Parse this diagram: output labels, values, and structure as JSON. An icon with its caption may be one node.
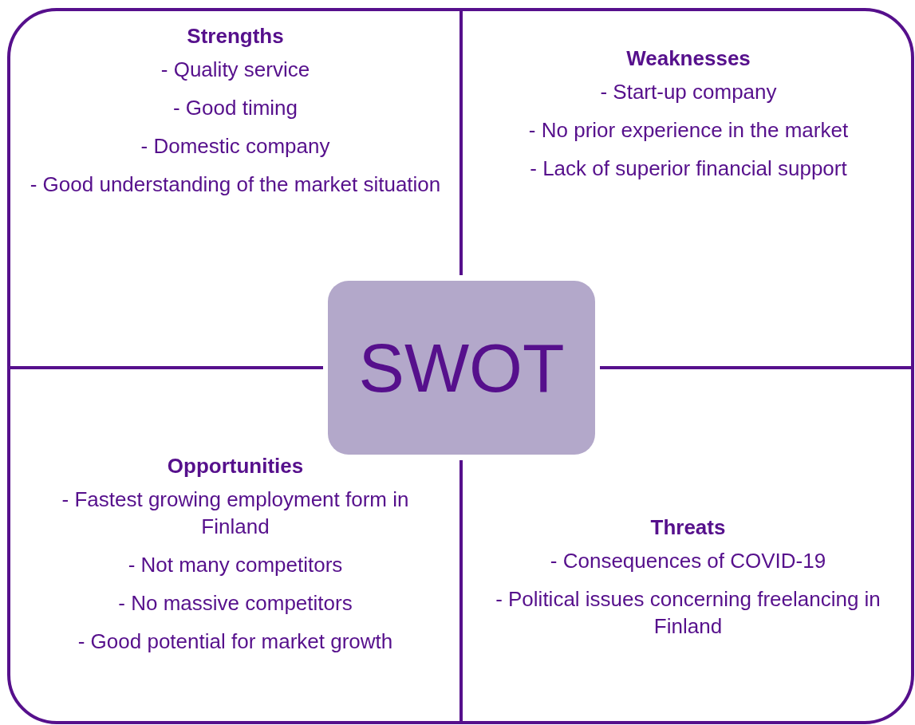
{
  "diagram": {
    "nodes": [
      {
        "text": [
          "Strengths",
          "- Quality service",
          "- Good timing",
          "- Domestic company",
          "- Good understanding of the market situation"
        ]
      },
      {
        "text": [
          "Weaknesses",
          "- Start-up company",
          "- No prior experience in the market",
          "- Lack of superior financial support"
        ]
      },
      {
        "text": [
          "SWOT"
        ]
      },
      {
        "text": [
          "Opportunities",
          "- Fastest growing employment form in Finland",
          "- Not many competitors",
          "- No massive competitors",
          "- Good potential for market growth"
        ]
      },
      {
        "text": [
          "Threats",
          "- Consequences of COVID-19",
          "- Political issues concerning freelancing in Finland"
        ]
      }
    ],
    "edges": []
  }
}
